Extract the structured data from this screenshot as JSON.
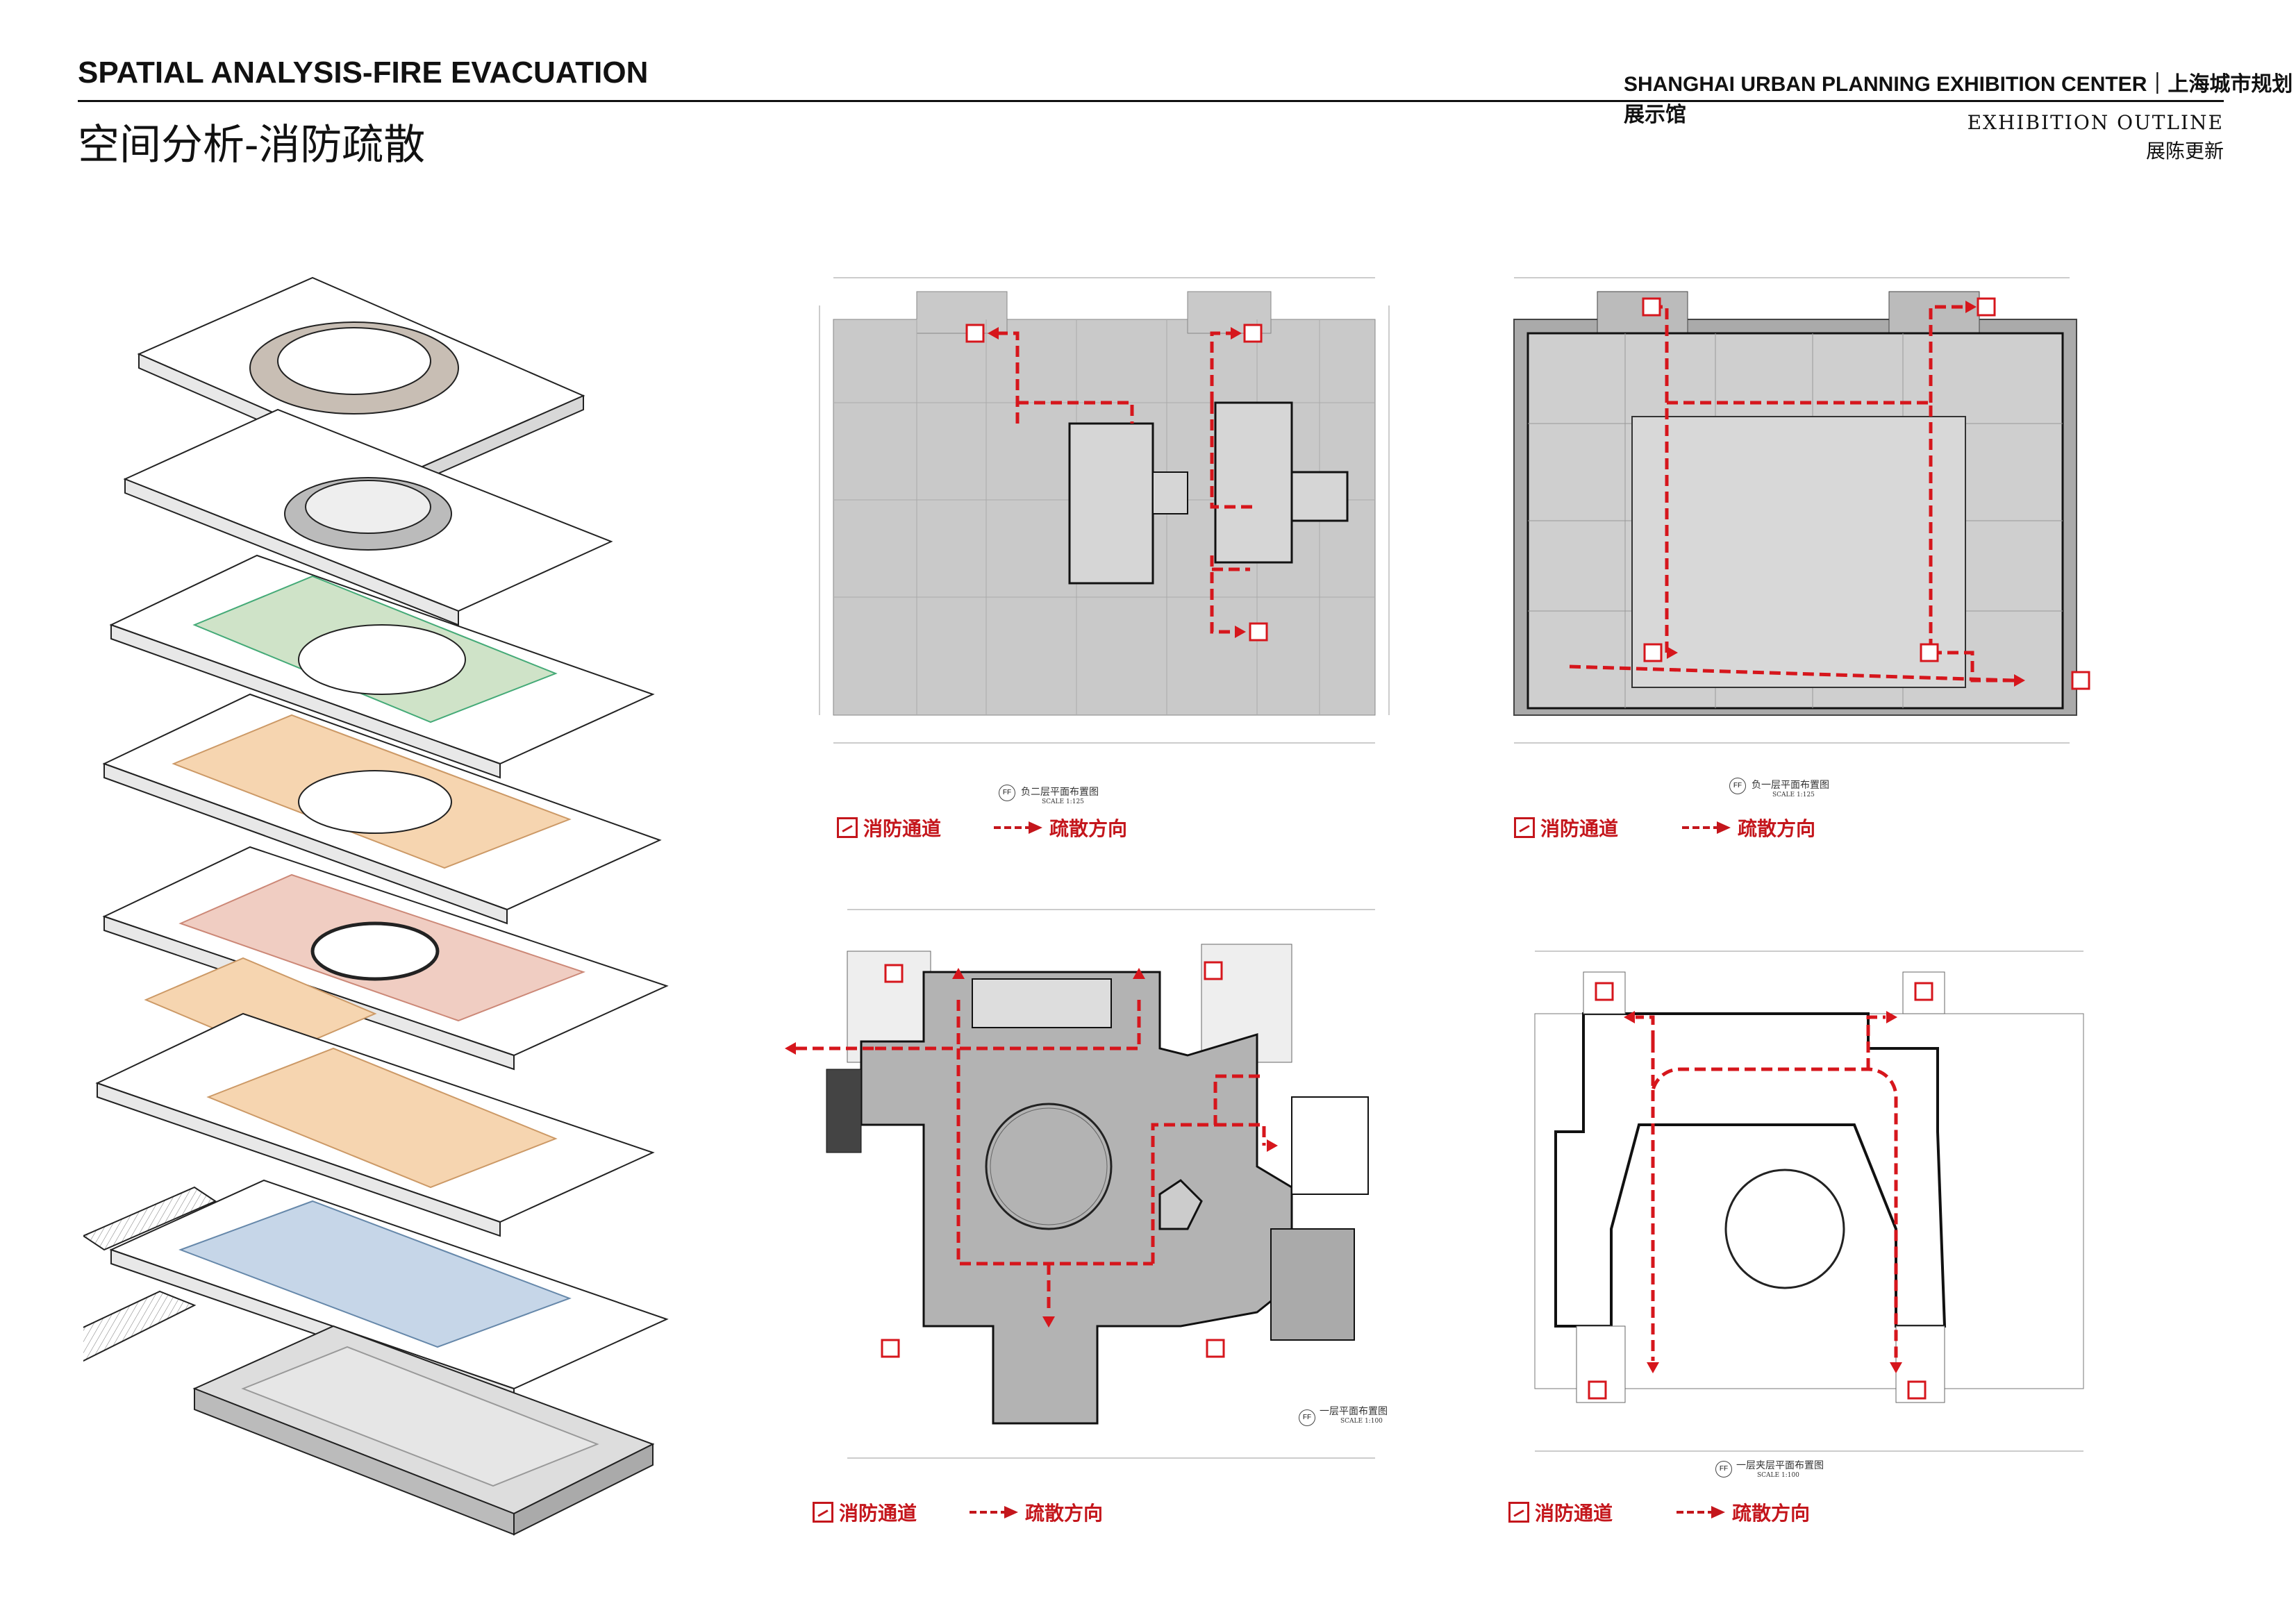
{
  "header": {
    "title_en": "SPATIAL ANALYSIS-FIRE EVACUATION",
    "title_cn": "空间分析-消防疏散",
    "subtitle": "SHANGHAI URBAN PLANNING EXHIBITION CENTER｜上海城市规划展示馆",
    "outline_en": "EXHIBITION OUTLINE",
    "outline_cn": "展陈更新"
  },
  "legend": {
    "fire_exit": "消防通道",
    "evac_direction": "疏散方向",
    "fire_exit_icon": "fire-exit-icon",
    "evac_arrow_icon": "dashed-arrow-icon"
  },
  "plans": [
    {
      "caption": "负二层平面布置图",
      "scale": "SCALE 1:125"
    },
    {
      "caption": "负一层平面布置图",
      "scale": "SCALE 1:125"
    },
    {
      "caption": "一层平面布置图",
      "scale": "SCALE 1:100"
    },
    {
      "caption": "一层夹层平面布置图",
      "scale": "SCALE 1:100"
    }
  ],
  "colors": {
    "evacuation_red": "#d6161c",
    "plan_grey": "#c9c9c9",
    "floor_green": "#cfe3c8",
    "floor_orange": "#f6d5b0",
    "floor_pink": "#f0cdc2",
    "floor_blue": "#c6d6e8"
  }
}
